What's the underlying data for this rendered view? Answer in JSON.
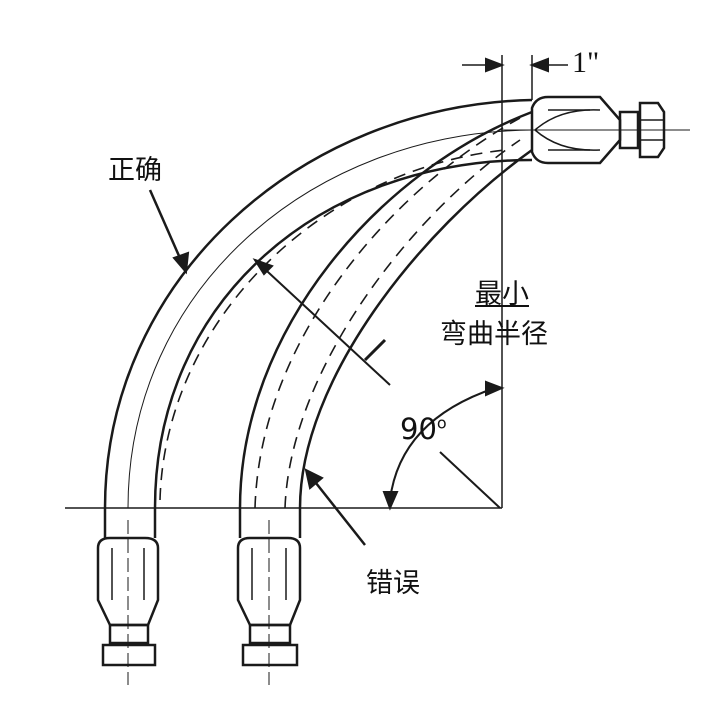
{
  "labels": {
    "offset": "1\"",
    "correct": "正确",
    "min_title": "最小",
    "min_sub": "弯曲半径",
    "angle": "90",
    "angle_unit": "o",
    "wrong": "错误"
  }
}
